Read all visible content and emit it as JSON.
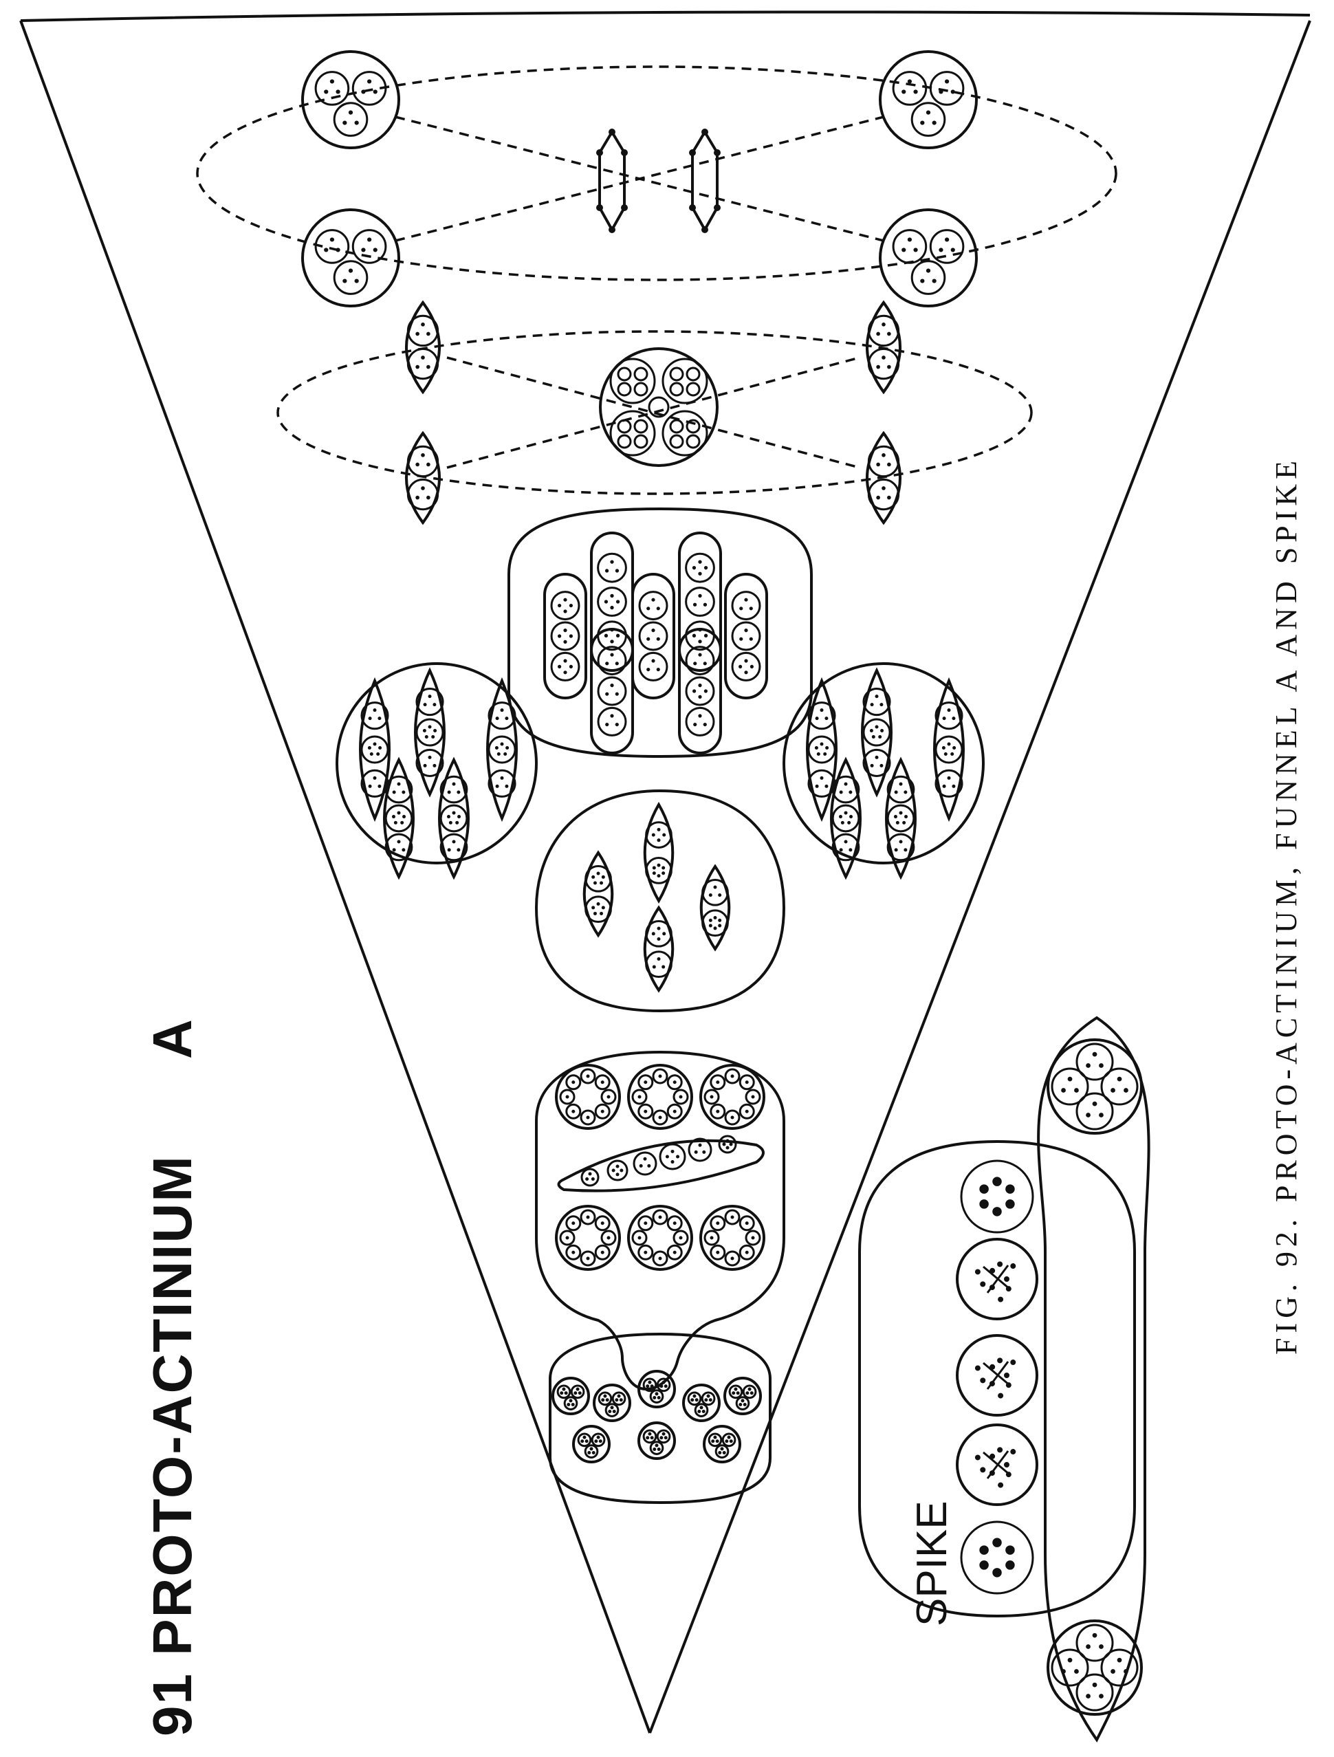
{
  "figure": {
    "title_number": "91",
    "title_name": "PROTO-ACTINIUM",
    "funnel_letter": "A",
    "spike_label": "SPIKE",
    "caption": "FIG. 92. PROTO-ACTINIUM, FUNNEL A AND SPIKE"
  },
  "colors": {
    "ink": "#111111",
    "paper": "#ffffff"
  }
}
